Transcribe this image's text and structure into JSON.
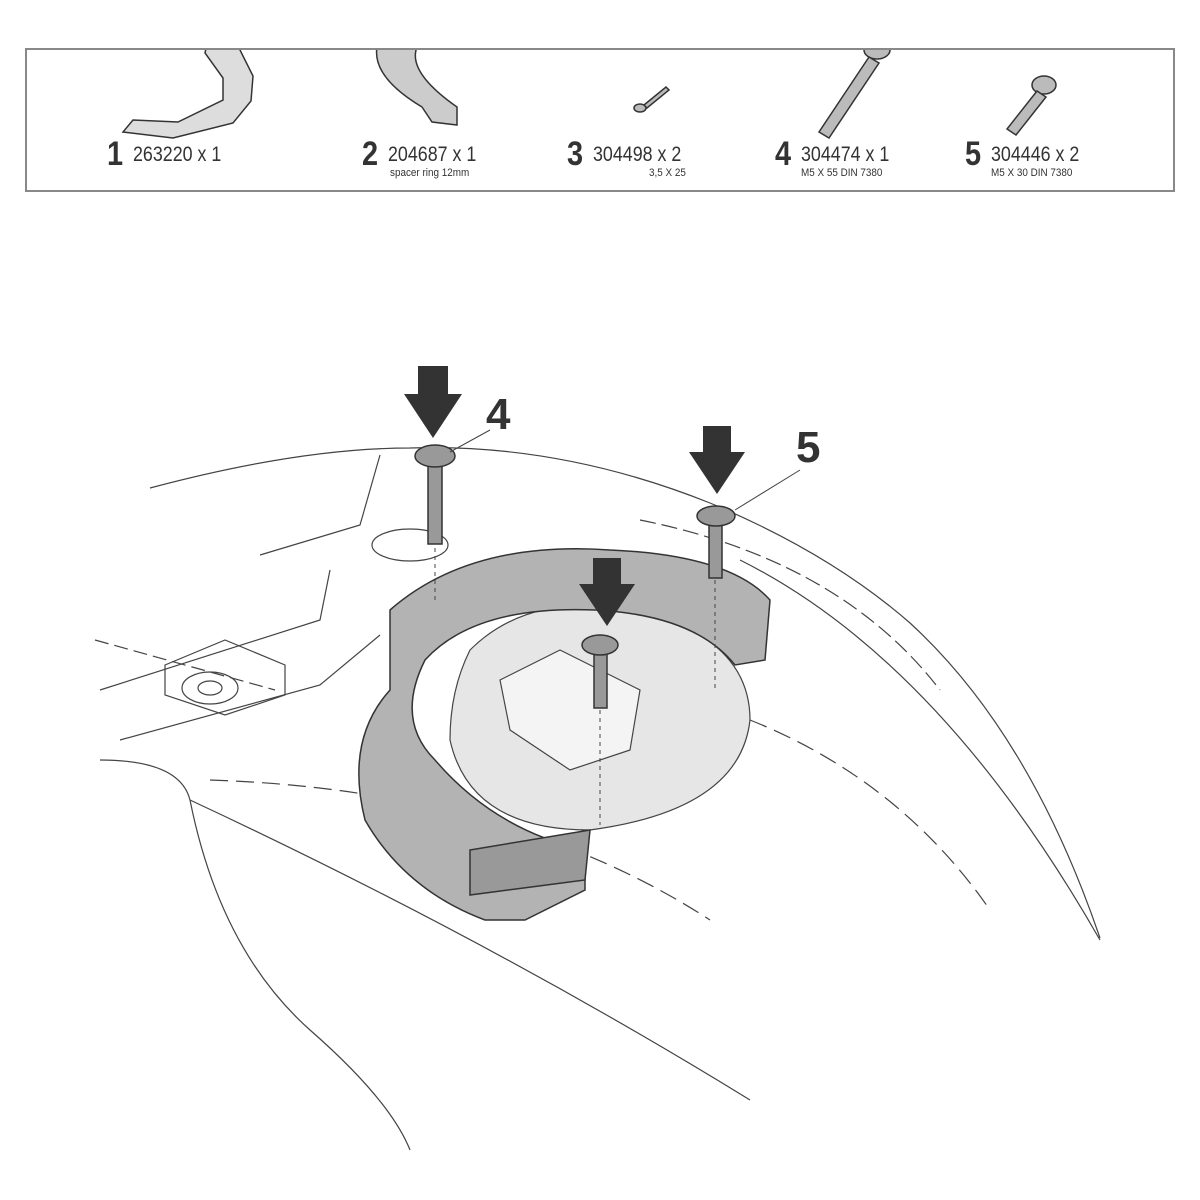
{
  "parts": [
    {
      "number": "1",
      "code": "263220 x 1",
      "note": ""
    },
    {
      "number": "2",
      "code": "204687 x 1",
      "note": "spacer ring 12mm"
    },
    {
      "number": "3",
      "code": "304498 x 2",
      "note": "3,5 X 25"
    },
    {
      "number": "4",
      "code": "304474 x 1",
      "note": "M5 X 55 DIN 7380"
    },
    {
      "number": "5",
      "code": "304446 x 2",
      "note": "M5 X 30 DIN 7380"
    }
  ],
  "callouts": [
    "4",
    "5"
  ],
  "colors": {
    "part_fill": "#b3b3b3",
    "line": "#333333",
    "arrow": "#333333"
  }
}
